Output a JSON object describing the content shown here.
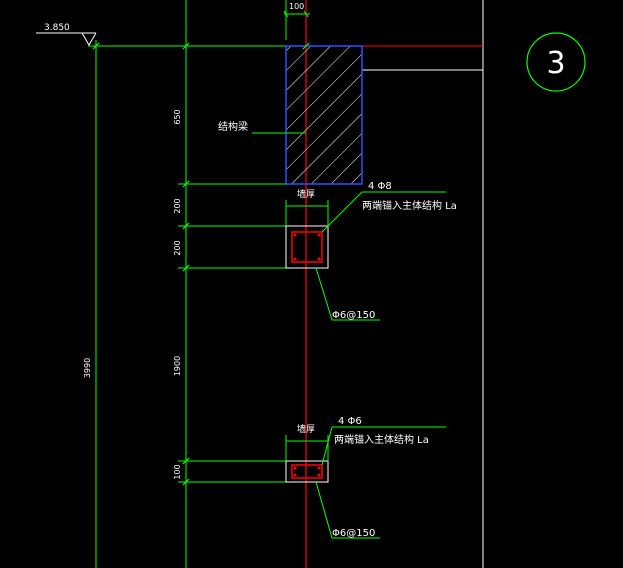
{
  "drawing": {
    "elevation_label": "3.850",
    "detail_number": "3",
    "top_width_dim": "100",
    "dims_left": [
      "650",
      "200",
      "200",
      "1900",
      "100"
    ],
    "overall_dim": "3990",
    "beam_label": "结构梁",
    "upper_band": {
      "thickness_label": "墙厚",
      "rebar": "4 Φ8",
      "anchor_note": "两端锚入主体结构 La",
      "stirrup": "Φ6@150"
    },
    "lower_band": {
      "thickness_label": "墙厚",
      "rebar": "4 Φ6",
      "anchor_note": "两端锚入主体结构 La",
      "stirrup": "Φ6@150"
    }
  },
  "colors": {
    "background": "#000000",
    "dimension": "#00ff00",
    "centerline": "#ff0000",
    "beam": "#2f4fff",
    "outline": "#ffffff",
    "text": "#ffffff"
  }
}
